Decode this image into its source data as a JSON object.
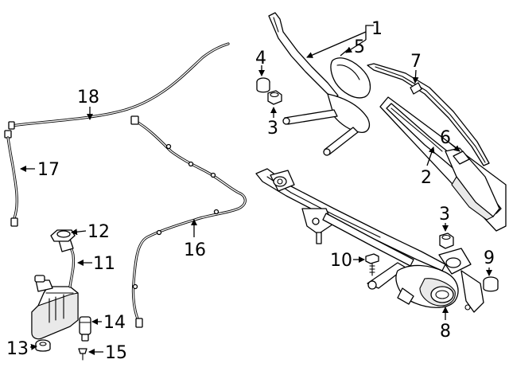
{
  "callouts": {
    "c1": "1",
    "c2": "2",
    "c3a": "3",
    "c3b": "3",
    "c4": "4",
    "c5": "5",
    "c6": "6",
    "c7": "7",
    "c8": "8",
    "c9": "9",
    "c10": "10",
    "c11": "11",
    "c12": "12",
    "c13": "13",
    "c14": "14",
    "c15": "15",
    "c16": "16",
    "c17": "17",
    "c18": "18"
  }
}
